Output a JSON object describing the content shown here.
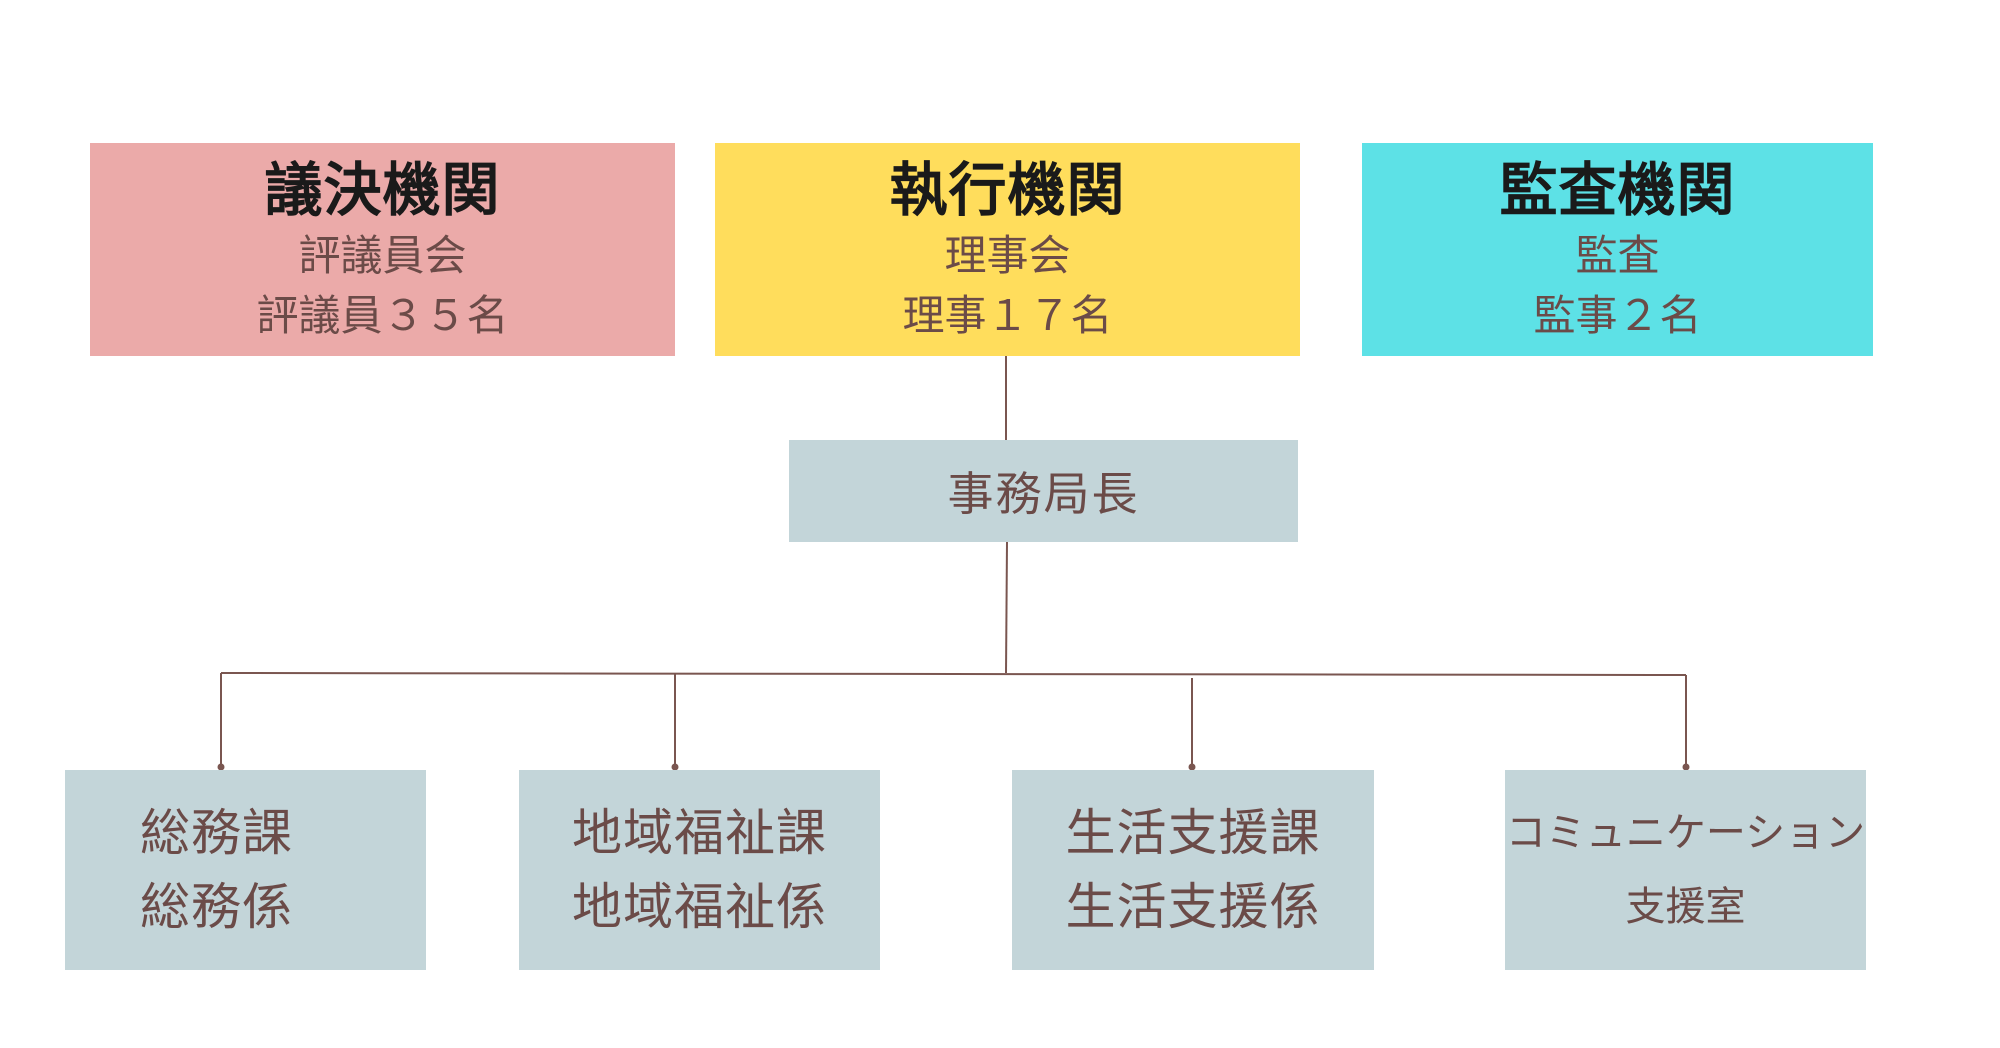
{
  "colors": {
    "deliberation": "#ebaaa9",
    "executive": "#ffdd5c",
    "audit": "#5de1e6",
    "office": "#c3d5d9",
    "connector": "#7a5650",
    "text_dark": "#1a1a1a",
    "text_brown": "#6b4b48"
  },
  "organs": [
    {
      "title": "議決機関",
      "lines": [
        "評議員会",
        "評議員３５名"
      ]
    },
    {
      "title": "執行機関",
      "lines": [
        "理事会",
        "理事１７名"
      ]
    },
    {
      "title": "監査機関",
      "lines": [
        "監査",
        "監事２名"
      ]
    }
  ],
  "director": {
    "label": "事務局長"
  },
  "departments": [
    {
      "lines": [
        "総務課",
        "総務係"
      ]
    },
    {
      "lines": [
        "地域福祉課",
        "地域福祉係"
      ]
    },
    {
      "lines": [
        "生活支援課",
        "生活支援係"
      ]
    },
    {
      "lines": [
        "コミュニケーション支援室"
      ]
    }
  ]
}
